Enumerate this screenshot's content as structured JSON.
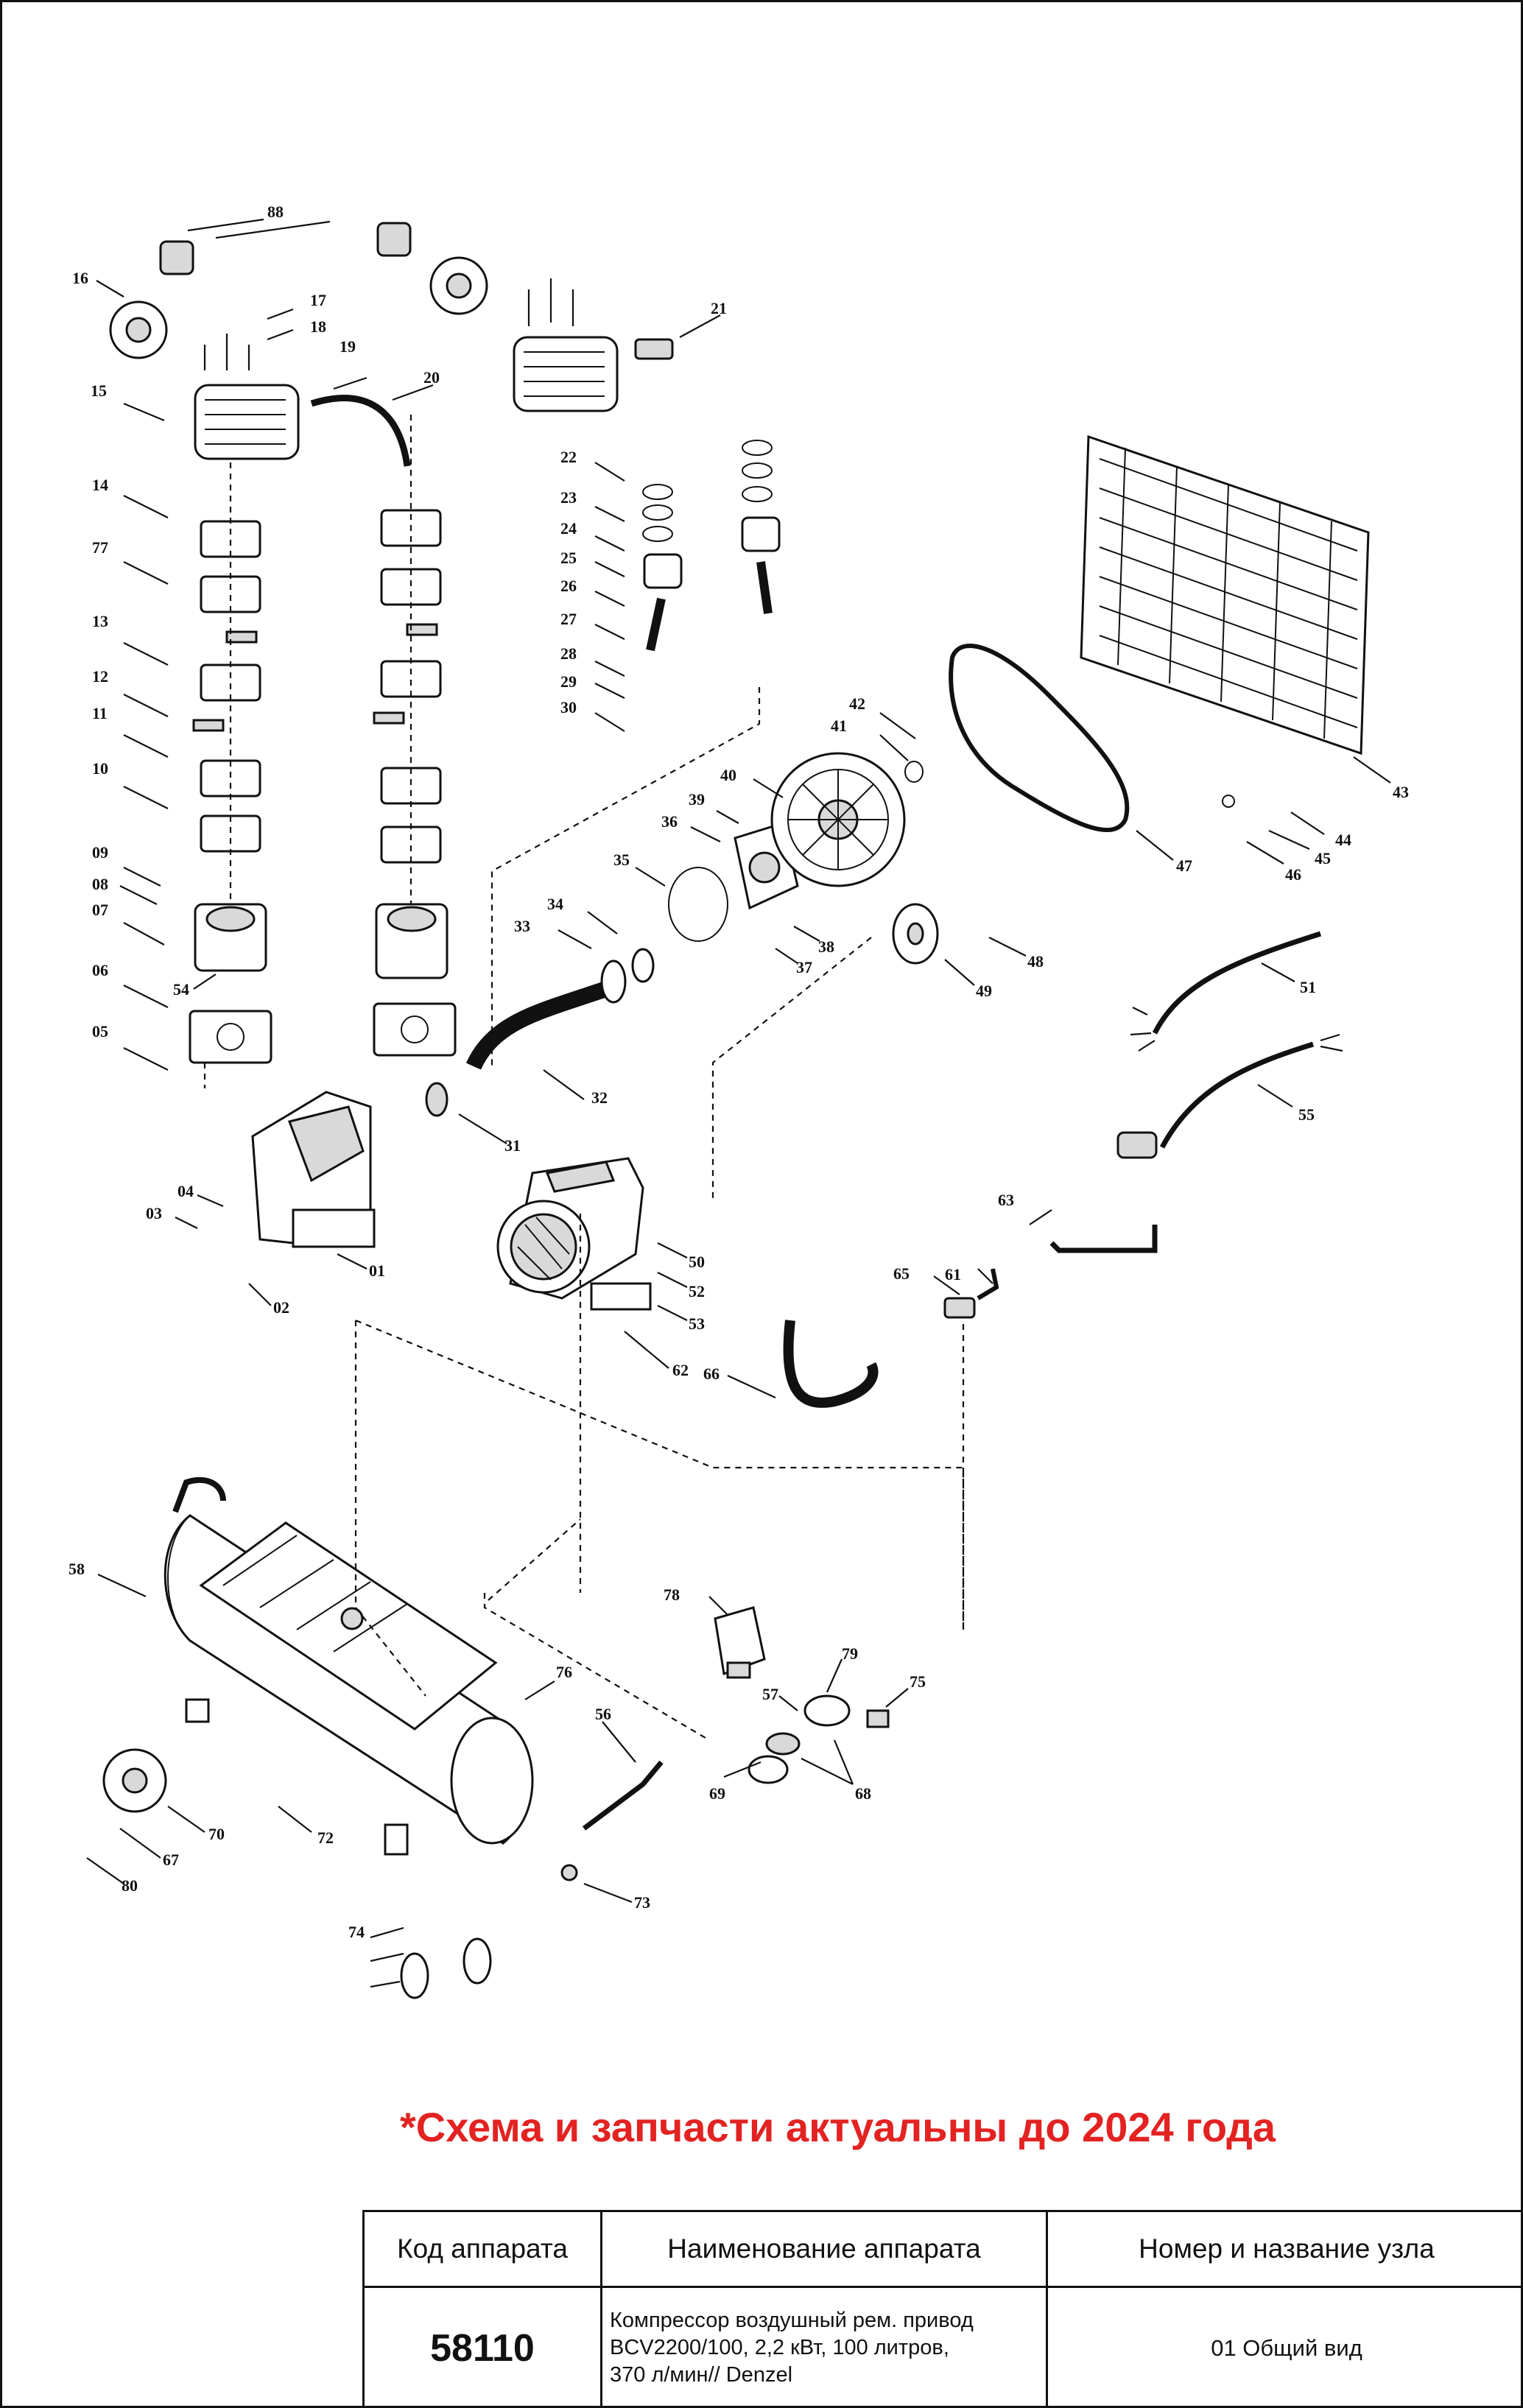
{
  "diagram": {
    "callouts": [
      "88",
      "16",
      "17",
      "18",
      "15",
      "19",
      "20",
      "21",
      "14",
      "77",
      "13",
      "12",
      "11",
      "10",
      "09",
      "08",
      "07",
      "54",
      "06",
      "05",
      "22",
      "23",
      "24",
      "25",
      "26",
      "27",
      "28",
      "29",
      "30",
      "42",
      "41",
      "40",
      "39",
      "36",
      "35",
      "34",
      "33",
      "38",
      "37",
      "48",
      "49",
      "47",
      "43",
      "44",
      "45",
      "46",
      "51",
      "55",
      "32",
      "31",
      "04",
      "03",
      "01",
      "02",
      "50",
      "52",
      "53",
      "62",
      "63",
      "61",
      "65",
      "66",
      "58",
      "78",
      "79",
      "57",
      "75",
      "76",
      "56",
      "68",
      "69",
      "70",
      "67",
      "80",
      "72",
      "73",
      "74"
    ]
  },
  "notice": "*Схема и запчасти актуальны до 2024 года",
  "info_table": {
    "headers": {
      "code": "Код аппарата",
      "name": "Наименование аппарата",
      "node": "Номер и название узла"
    },
    "row": {
      "code": "58110",
      "name_lines": [
        "Компрессор воздушный рем. привод",
        "BCV2200/100, 2,2 кВт, 100 литров,",
        "370 л/мин// Denzel"
      ],
      "node": "01 Общий вид"
    }
  }
}
